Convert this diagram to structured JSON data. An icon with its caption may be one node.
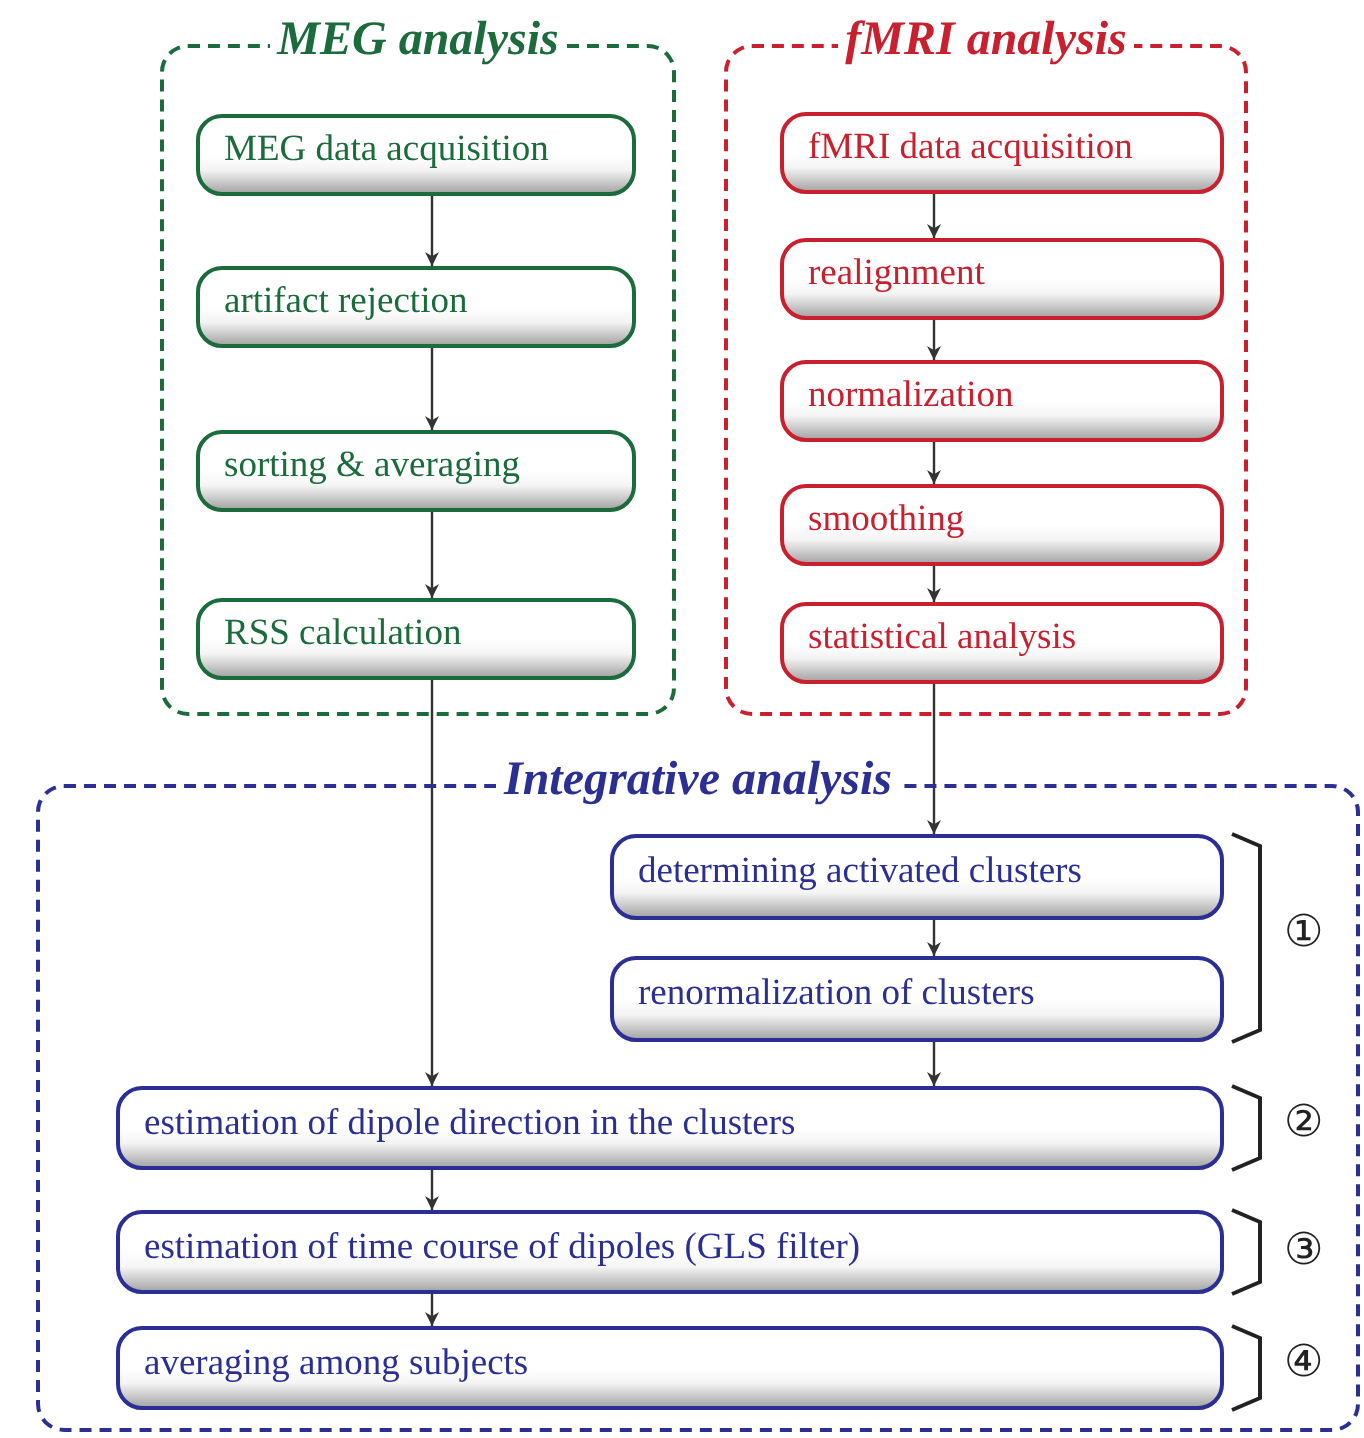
{
  "diagram": {
    "nodes": [
      {
        "text": [
          "MEG analysis"
        ]
      },
      {
        "text": [
          "MEG data acquisition"
        ],
        "in": 0
      },
      {
        "text": [
          "artifact rejection"
        ],
        "in": 0
      },
      {
        "text": [
          "sorting & averaging"
        ],
        "in": 0
      },
      {
        "text": [
          "RSS calculation"
        ],
        "in": 0
      },
      {
        "text": [
          "fMRI analysis"
        ]
      },
      {
        "text": [
          "fMRI data acquisition"
        ],
        "in": 5
      },
      {
        "text": [
          "realignment"
        ],
        "in": 5
      },
      {
        "text": [
          "normalization"
        ],
        "in": 5
      },
      {
        "text": [
          "smoothing"
        ],
        "in": 5
      },
      {
        "text": [
          "statistical analysis"
        ],
        "in": 5
      },
      {
        "text": [
          "Integrative analysis"
        ]
      },
      {
        "text": [
          "determining activated clusters"
        ],
        "in": 11
      },
      {
        "text": [
          "renormalization of clusters"
        ],
        "in": 11
      },
      {
        "text": [
          "estimation of dipole direction in the clusters"
        ],
        "in": 11
      },
      {
        "text": [
          "estimation of time course of dipoles (GLS filter)"
        ],
        "in": 11
      },
      {
        "text": [
          "averaging among subjects"
        ],
        "in": 11
      }
    ],
    "edges": [
      {
        "from": 1,
        "to": 2,
        "arrow": "to"
      },
      {
        "from": 2,
        "to": 3,
        "arrow": "to"
      },
      {
        "from": 3,
        "to": 4,
        "arrow": "to"
      },
      {
        "from": 6,
        "to": 7,
        "arrow": "to"
      },
      {
        "from": 7,
        "to": 8,
        "arrow": "to"
      },
      {
        "from": 8,
        "to": 9,
        "arrow": "to"
      },
      {
        "from": 9,
        "to": 10,
        "arrow": "to"
      },
      {
        "from": 10,
        "to": 12,
        "arrow": "to"
      },
      {
        "from": 12,
        "to": 13,
        "arrow": "to"
      },
      {
        "from": 4,
        "to": 14,
        "arrow": "to"
      },
      {
        "from": 13,
        "to": 14,
        "arrow": "to"
      },
      {
        "from": 14,
        "to": 15,
        "arrow": "to"
      },
      {
        "from": 15,
        "to": 16,
        "arrow": "to"
      }
    ],
    "labels": [
      "①",
      "②",
      "③",
      "④"
    ]
  }
}
